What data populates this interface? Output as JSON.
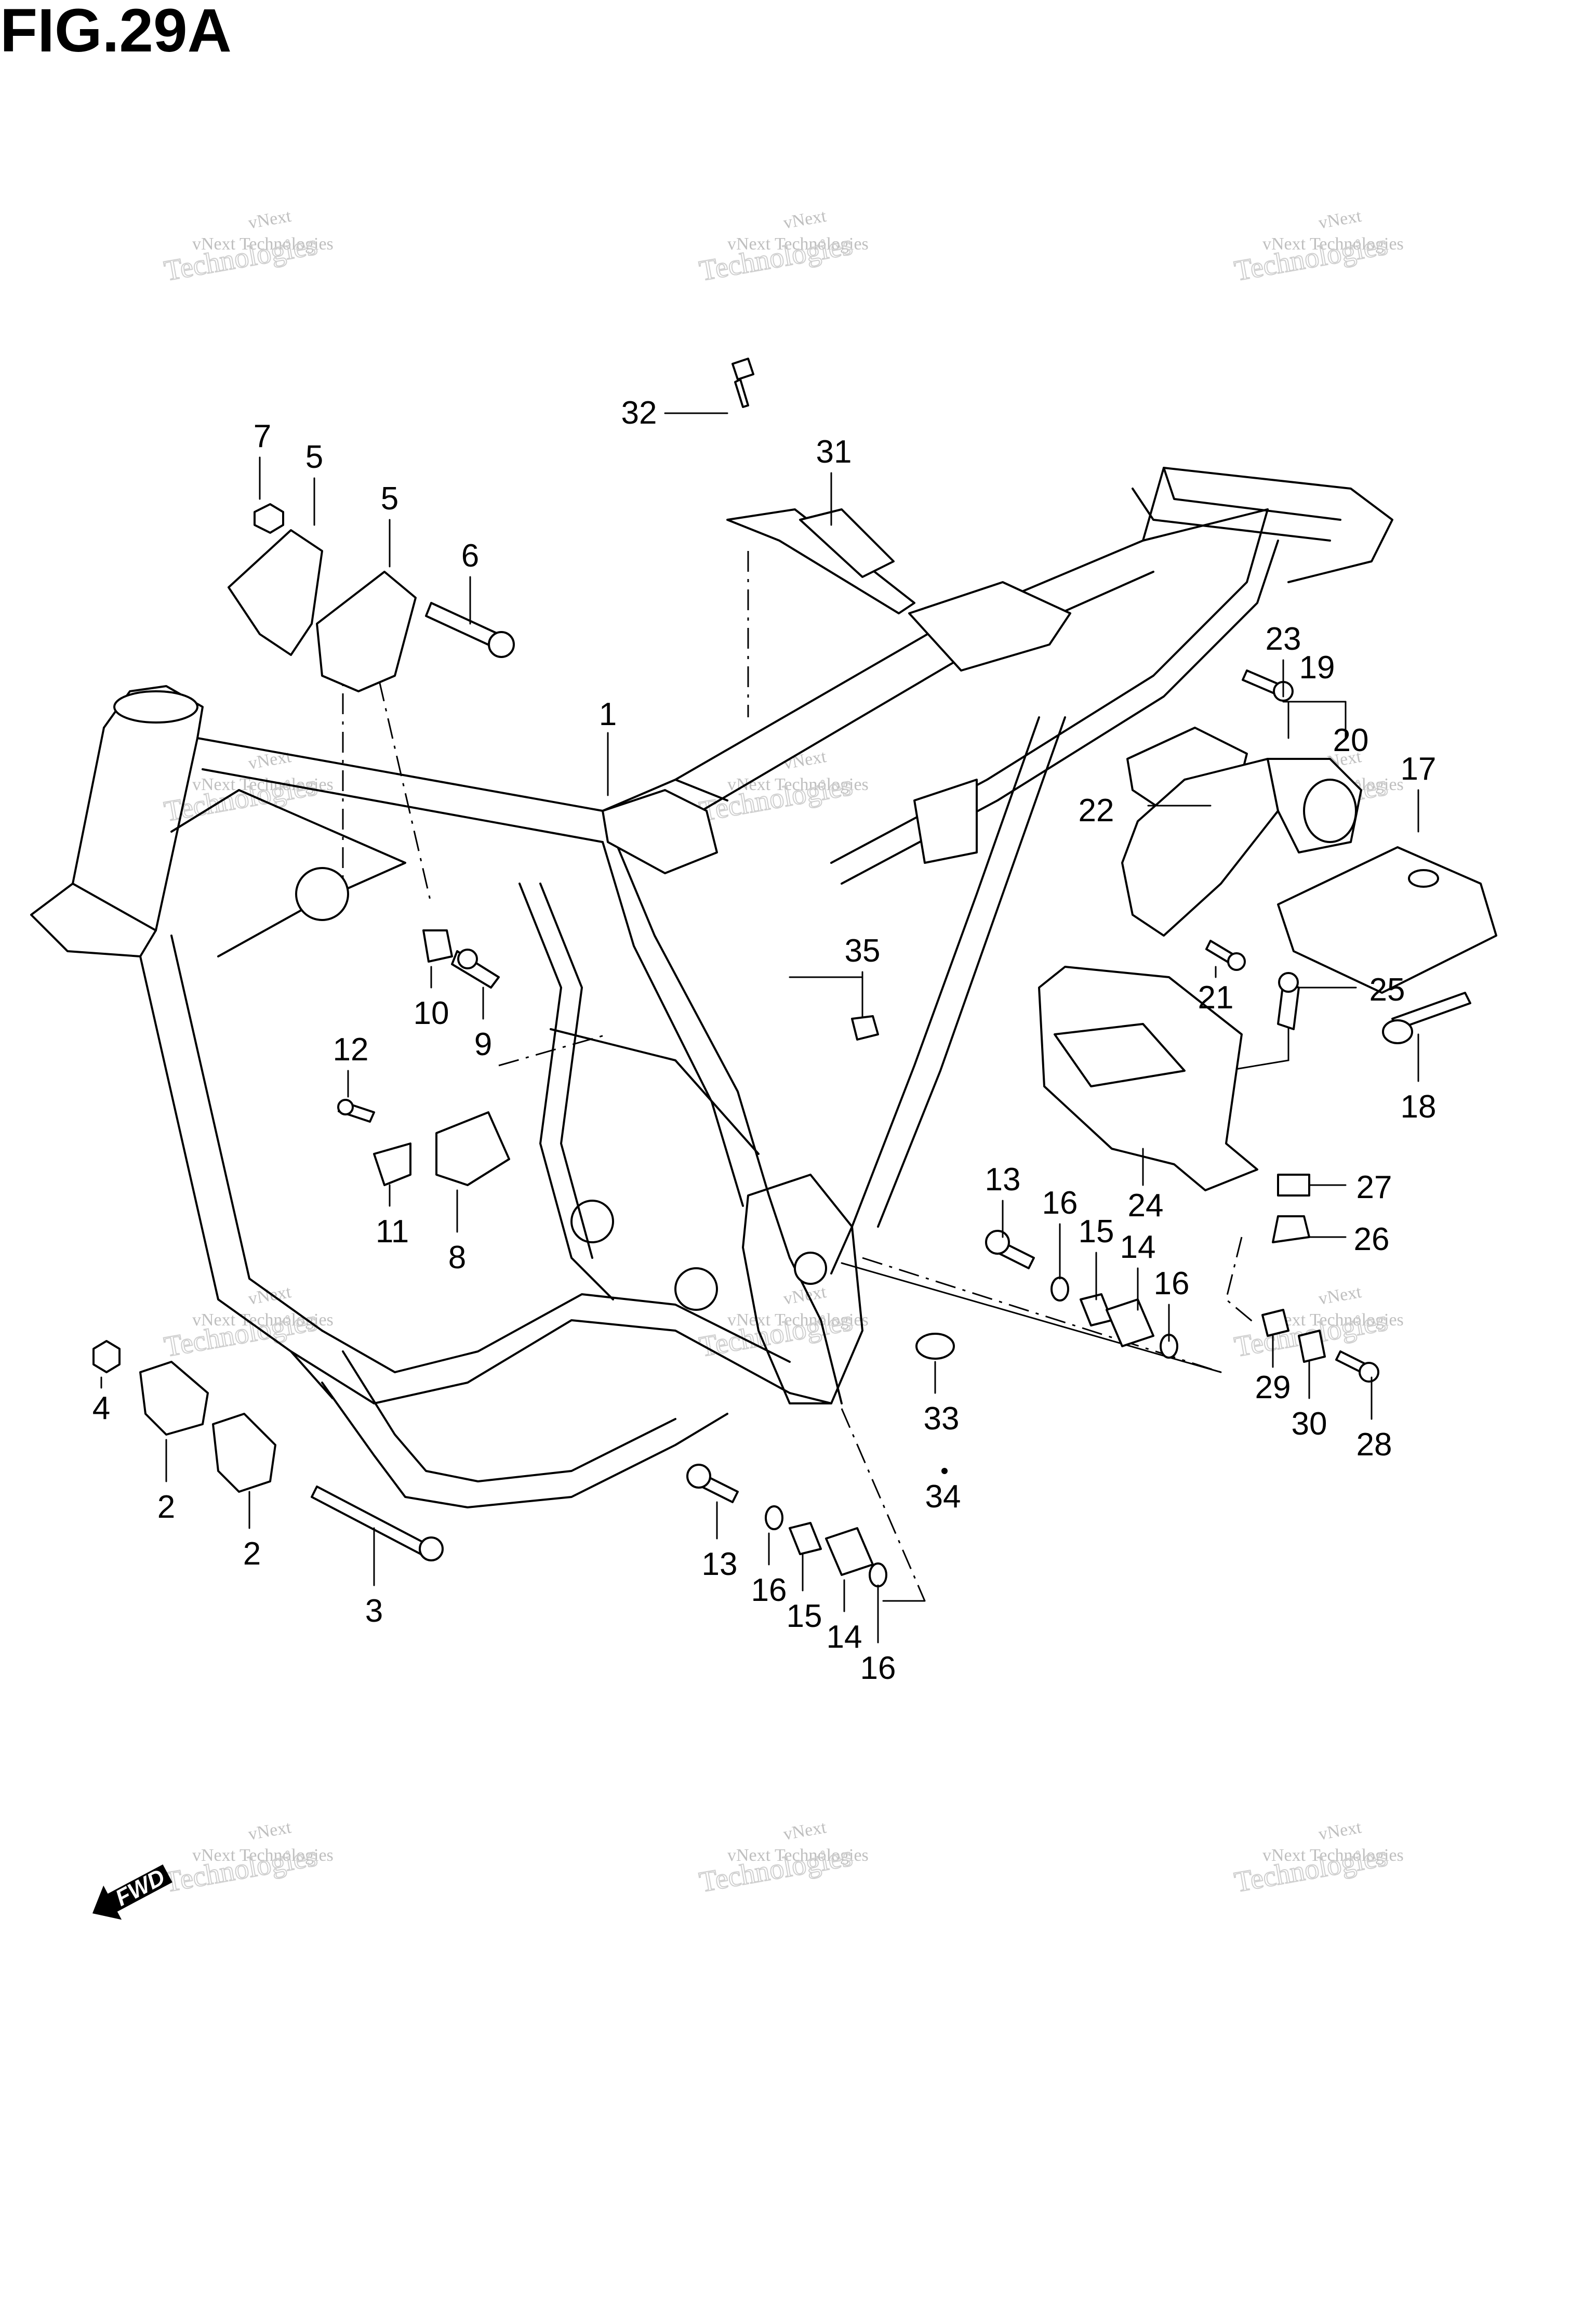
{
  "figure": {
    "title": "FIG.29A"
  },
  "watermark": {
    "brand": "vNext",
    "line1": "vNext Technologies",
    "line2": "Technologies"
  },
  "fwd_label": "FWD",
  "callouts": [
    {
      "id": "c1",
      "label": "1"
    },
    {
      "id": "c2a",
      "label": "2"
    },
    {
      "id": "c2b",
      "label": "2"
    },
    {
      "id": "c3",
      "label": "3"
    },
    {
      "id": "c4",
      "label": "4"
    },
    {
      "id": "c5a",
      "label": "5"
    },
    {
      "id": "c5b",
      "label": "5"
    },
    {
      "id": "c6",
      "label": "6"
    },
    {
      "id": "c7",
      "label": "7"
    },
    {
      "id": "c8",
      "label": "8"
    },
    {
      "id": "c9",
      "label": "9"
    },
    {
      "id": "c10",
      "label": "10"
    },
    {
      "id": "c11",
      "label": "11"
    },
    {
      "id": "c12",
      "label": "12"
    },
    {
      "id": "c13a",
      "label": "13"
    },
    {
      "id": "c13b",
      "label": "13"
    },
    {
      "id": "c14a",
      "label": "14"
    },
    {
      "id": "c14b",
      "label": "14"
    },
    {
      "id": "c15a",
      "label": "15"
    },
    {
      "id": "c15b",
      "label": "15"
    },
    {
      "id": "c16a",
      "label": "16"
    },
    {
      "id": "c16b",
      "label": "16"
    },
    {
      "id": "c16c",
      "label": "16"
    },
    {
      "id": "c16d",
      "label": "16"
    },
    {
      "id": "c17",
      "label": "17"
    },
    {
      "id": "c18",
      "label": "18"
    },
    {
      "id": "c19",
      "label": "19"
    },
    {
      "id": "c20",
      "label": "20"
    },
    {
      "id": "c21",
      "label": "21"
    },
    {
      "id": "c22",
      "label": "22"
    },
    {
      "id": "c23",
      "label": "23"
    },
    {
      "id": "c24",
      "label": "24"
    },
    {
      "id": "c25",
      "label": "25"
    },
    {
      "id": "c26",
      "label": "26"
    },
    {
      "id": "c27",
      "label": "27"
    },
    {
      "id": "c28",
      "label": "28"
    },
    {
      "id": "c29",
      "label": "29"
    },
    {
      "id": "c30",
      "label": "30"
    },
    {
      "id": "c31",
      "label": "31"
    },
    {
      "id": "c32",
      "label": "32"
    },
    {
      "id": "c33",
      "label": "33"
    },
    {
      "id": "c34",
      "label": "34"
    },
    {
      "id": "c35",
      "label": "35"
    }
  ]
}
